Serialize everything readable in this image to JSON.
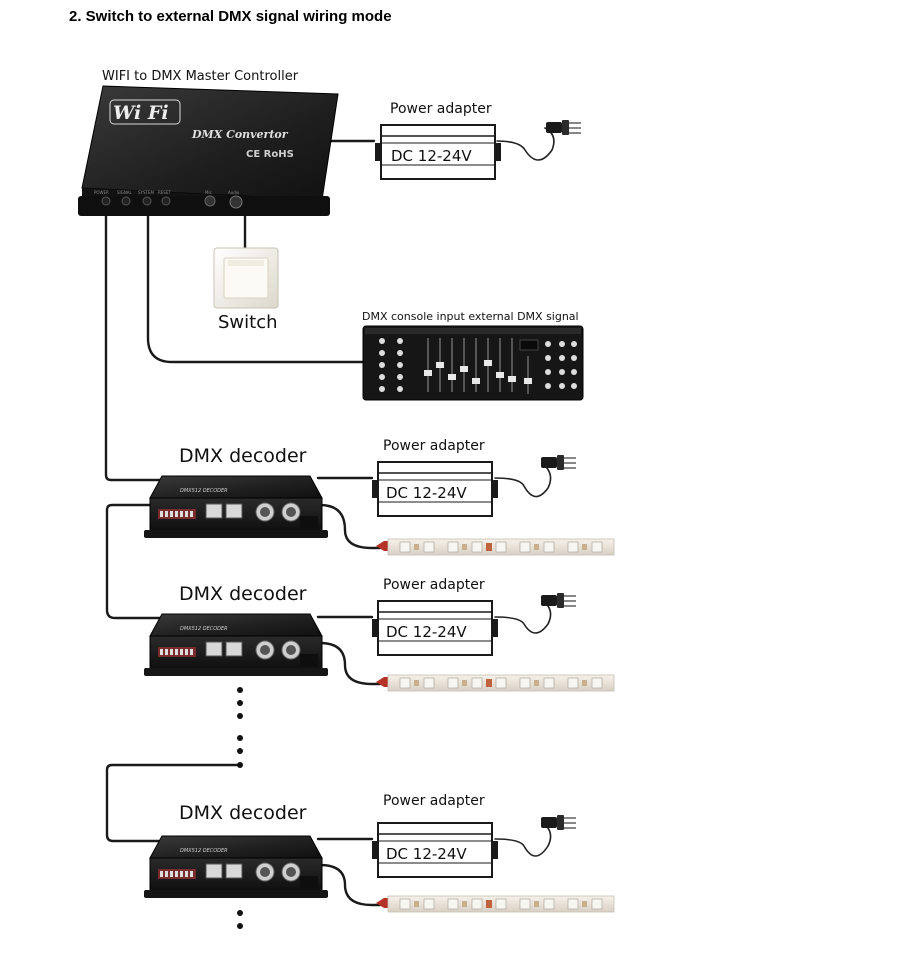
{
  "title": "2. Switch to external DMX signal wiring mode",
  "controller": {
    "label": "WIFI to DMX Master Controller",
    "brand": "Wi Fi",
    "model": "DMX Convertor",
    "marks": "CE RoHS",
    "port_labels": [
      "POWER",
      "SIGNAL",
      "SYSTEM",
      "RESET",
      "Mic",
      "Audio"
    ]
  },
  "switch": {
    "label": "Switch"
  },
  "console": {
    "label": "DMX console input external DMX signal"
  },
  "adapters": [
    {
      "label": "Power adapter",
      "rating": "DC  12-24V"
    },
    {
      "label": "Power adapter",
      "rating": "DC  12-24V"
    },
    {
      "label": "Power adapter",
      "rating": "DC  12-24V"
    },
    {
      "label": "Power adapter",
      "rating": "DC  12-24V"
    }
  ],
  "decoders": [
    {
      "label": "DMX decoder",
      "badge": "DMX512 DECODER"
    },
    {
      "label": "DMX decoder",
      "badge": "DMX512 DECODER"
    },
    {
      "label": "DMX decoder",
      "badge": "DMX512 DECODER"
    }
  ],
  "colors": {
    "device_body": "#1c1c1c",
    "device_top": "#2e2e2e",
    "wire": "#1a1a1a",
    "strip_base": "#ece6df",
    "led_chip": "#f4f4ee",
    "strip_red_wire": "#c23a2a"
  }
}
